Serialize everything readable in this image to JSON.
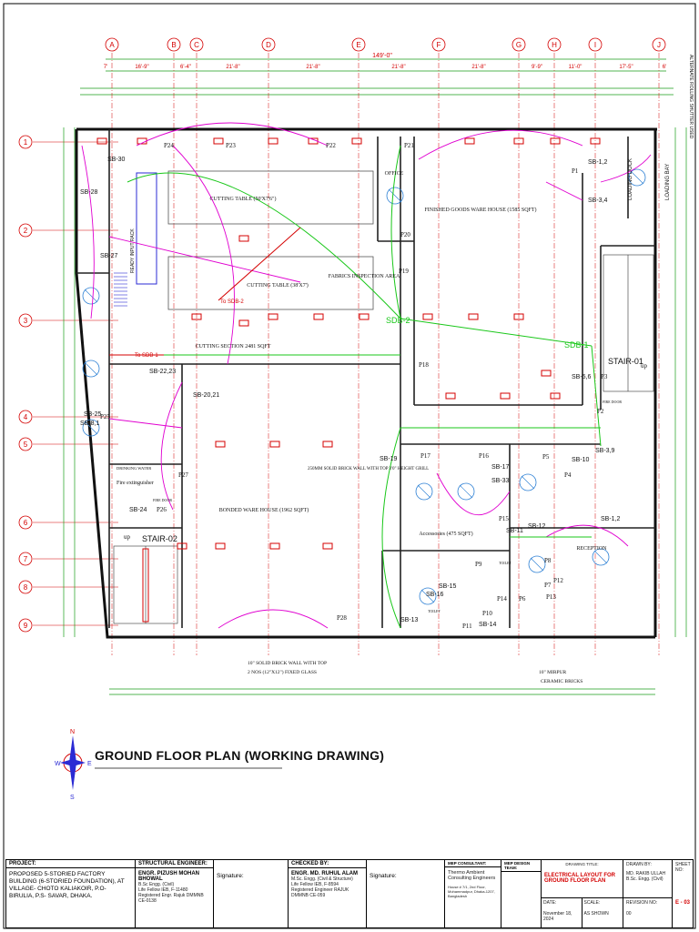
{
  "drawing": {
    "title": "GROUND FLOOR PLAN (WORKING DRAWING)",
    "north_label": "N",
    "compass": {
      "n": "N",
      "s": "S",
      "e": "E",
      "w": "W"
    },
    "top_dimension_total": "149'-0\"",
    "side_note": "ALTERNATE ROLLING SHUTTER USED"
  },
  "grid_columns": [
    "A",
    "B",
    "C",
    "D",
    "E",
    "F",
    "G",
    "H",
    "I",
    "J"
  ],
  "grid_rows": [
    "1",
    "2",
    "3",
    "4",
    "5",
    "6",
    "7",
    "8",
    "9"
  ],
  "top_dimensions": [
    "7'",
    "16'-9\"",
    "6'-4\"",
    "21'-8\"",
    "21'-8\"",
    "21'-8\"",
    "21'-8\"",
    "9'-9\"",
    "11'-0\"",
    "17'-5\"",
    "6'"
  ],
  "rooms": {
    "cutting_table_1": "CUTTING TABLE (50'X7'6\")",
    "cutting_table_2": "CUTTING TABLE (38'X7')",
    "cutting_section": "CUTTING SECTION 2481 SQFT",
    "finished_goods": "FINISHED GOODS WARE HOUSE (1585 SQFT)",
    "fabrics_inspection": "FABRICS INSPECTION AREA",
    "bonded_ware": "BONDED WARE HOUSE (1962 SQFT)",
    "accessories": "Accessories (475 SQFT)",
    "office": "OFFICE",
    "stair_01": "STAIR-01",
    "stair_02": "STAIR-02",
    "reception": "RECEPTION",
    "loading_dock": "LOADING DOCK",
    "loading_bay": "LOADING BAY",
    "fire_extinguisher": "Fire extinguisher",
    "drinking_water": "DRINKING WATER",
    "ready_input_rack": "READY INPUT RACK",
    "fire_door": "FIRE DOOR",
    "toilet": "TOILET",
    "up": "up"
  },
  "notes": {
    "brick_wall_250": "250MM SOLID BRICK WALL WITH TOP 3'0\" HEIGHT GRILL",
    "brick_wall_10": "10\" SOLID BRICK WALL WITH TOP",
    "fixed_glass": "2 NOS (12\"X12\") FIXED GLASS",
    "ceramic_1": "10\" MIRPUR",
    "ceramic_2": "CERAMIC BRICKS",
    "to_sdb_1": "To SDB-1",
    "to_sdb_2": "To SDB-2",
    "sdb_2": "SDB-2",
    "sdb_1": "SDB-1"
  },
  "sb_labels": [
    "SB-30",
    "SB-28",
    "SB-27",
    "SB-22,23",
    "SB-20,21",
    "SB-25",
    "SB-8,1",
    "SB-24",
    "SB-19",
    "SB-17",
    "SB-33",
    "SB-10",
    "SB-3,9",
    "SB-5,6",
    "SB-1,2",
    "SB-3,4",
    "SB-12",
    "SB-16",
    "SB-14",
    "SB-15",
    "SB-13",
    "SB-11",
    "SB-1,2"
  ],
  "p_labels": [
    "P24",
    "P23",
    "P22",
    "P21",
    "P20",
    "P19",
    "P18",
    "P17",
    "P16",
    "P15",
    "P14",
    "P13",
    "P12",
    "P11",
    "P10",
    "P9",
    "P8",
    "P7",
    "P6",
    "P5",
    "P4",
    "P3",
    "P2",
    "P1",
    "P25",
    "P26",
    "P27",
    "P28"
  ],
  "title_block": {
    "project_label": "PROJECT:",
    "project_text": "PROPOSED 5-STORIED FACTORY BUILDING (6-STORIED FOUNDATION), AT VILLAGE- CHOTO KALIAKOIR, P.O- BIRULIA, P.S- SAVAR, DHAKA.",
    "structural_label": "STRUCTURAL ENGINEER:",
    "structural_name": "ENGR. PIZUSH MOHAN BHOWAL",
    "structural_deg": "B.Sc Engg. (Civil)",
    "structural_ieb": "Life Fellow IEB, F-11480",
    "structural_reg": "Registered Engr. Rajuk DMMNB CE-0138",
    "signature_label": "Signature:",
    "checked_label": "CHECKED BY:",
    "checked_name": "ENGR. MD. RUHUL ALAM",
    "checked_deg": "M.Sc. Engg. (Civil & Structure)",
    "checked_ieb": "Life Fellow IEB, F-8594",
    "checked_reg1": "Registered Engineer RAJUK",
    "checked_reg2": "DMMNB CE-059",
    "signature2_label": "Signature:",
    "mep_label": "MEP CONSULTANT:",
    "mep_firm1": "Thermo Ambient",
    "mep_firm2": "Consulting Engineers",
    "mep_addr": "House # 7/1, 2nd Floor, Mohammadpur, Dhaka-1207, Bangladesh",
    "design_team_label": "MEP DESIGN TEAM:",
    "drawing_title_label": "DRAWING TITLE:",
    "drawing_title1": "ELECTRICAL LAYOUT FOR",
    "drawing_title2": "GROUND FLOOR PLAN",
    "date_label": "DATE:",
    "date_value": "November 18, 2024",
    "scale_label": "SCALE:",
    "scale_value": "AS SHOWN",
    "drawn_label": "DRAWN BY:",
    "drawn_name": "MD. RAKIB ULLAH",
    "drawn_deg": "B.Sc. Engg. (Civil)",
    "revision_label": "REVISION NO:",
    "revision_value": "00",
    "sheet_label": "SHEET NO:",
    "sheet_value": "E - 03"
  }
}
